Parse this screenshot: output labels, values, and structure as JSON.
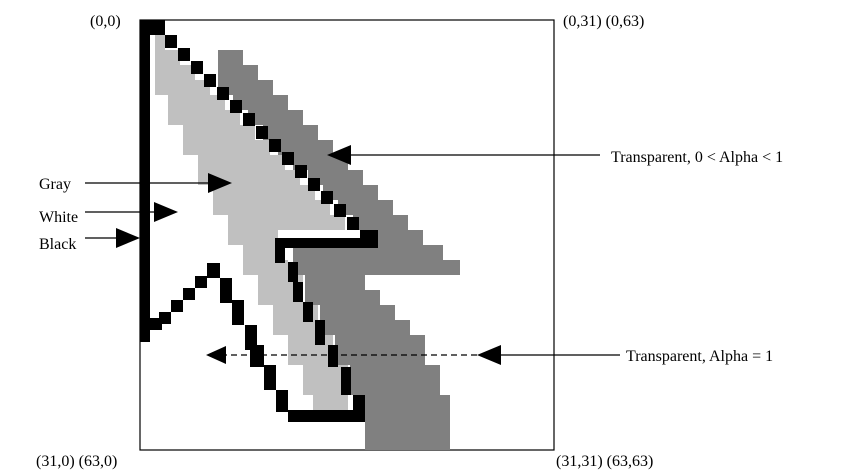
{
  "corners": {
    "top_left": "(0,0)",
    "top_right": "(0,31) (0,63)",
    "bottom_left": "(31,0) (63,0)",
    "bottom_right": "(31,31) (63,63)"
  },
  "labels": {
    "gray": "Gray",
    "white": "White",
    "black": "Black",
    "transparent_partial": "Transparent, 0 < Alpha  < 1",
    "transparent_full": "Transparent, Alpha = 1"
  },
  "colors": {
    "black": "#000000",
    "light_gray": "#c0c0c0",
    "dark_gray": "#808080",
    "white": "#ffffff"
  }
}
